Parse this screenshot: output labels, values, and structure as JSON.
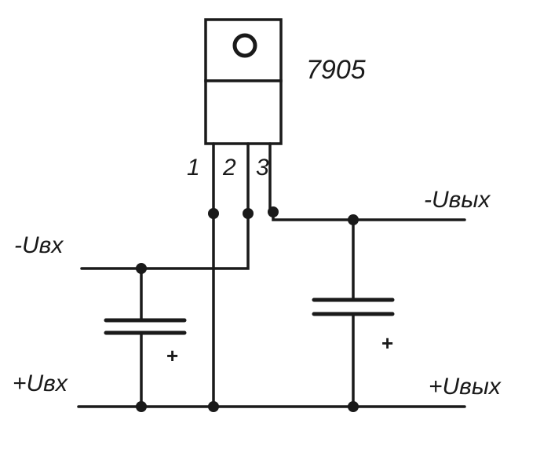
{
  "part_number": "7905",
  "pins": [
    "1",
    "2",
    "3"
  ],
  "labels": {
    "input_negative": "-Uвх",
    "input_positive": "+Uвх",
    "output_negative": "-Uвых",
    "output_positive": "+Uвых"
  },
  "capacitor_polarity": "+"
}
